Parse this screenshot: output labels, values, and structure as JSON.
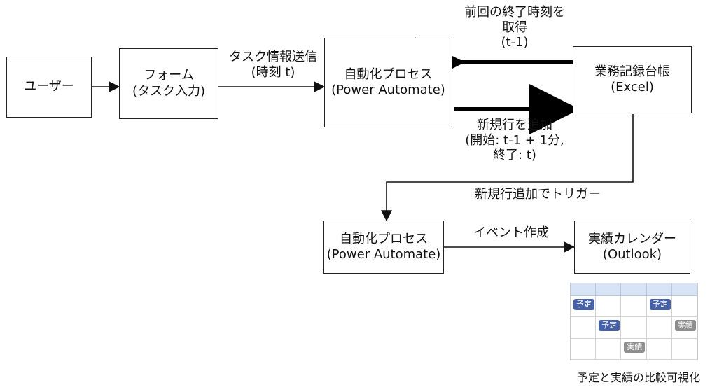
{
  "nodes": {
    "user": {
      "line1": "ユーザー",
      "line2": ""
    },
    "form": {
      "line1": "フォーム",
      "line2": "(タスク入力)"
    },
    "automate_top": {
      "line1": "自動化プロセス",
      "line2": "(Power Automate)"
    },
    "excel": {
      "line1": "業務記録台帳",
      "line2": "(Excel)"
    },
    "automate_bottom": {
      "line1": "自動化プロセス",
      "line2": "(Power Automate)"
    },
    "calendar_outlook": {
      "line1": "実績カレンダー",
      "line2": "(Outlook)"
    }
  },
  "edges": {
    "form_to_automate": {
      "line1": "タスク情報送信",
      "line2": "(時刻 t)"
    },
    "get_last_end": {
      "line1": "前回の終了時刻を",
      "line2": "取得",
      "line3": "(t-1)"
    },
    "add_row": {
      "line1": "新規行を追加",
      "line2": "(開始: t-1 + 1分,",
      "line3": "終了: t)"
    },
    "trigger": {
      "line1": "新規行追加でトリガー"
    },
    "create_event": {
      "line1": "イベント作成"
    }
  },
  "calendar_chips": {
    "plan": "予定",
    "actual": "実績"
  },
  "caption": "予定と実績の比較可視化",
  "colors": {
    "line": "#000000",
    "plan_chip": "#4661a8",
    "actual_chip": "#8e8e8e",
    "calendar_header": "#d6e4f6"
  }
}
